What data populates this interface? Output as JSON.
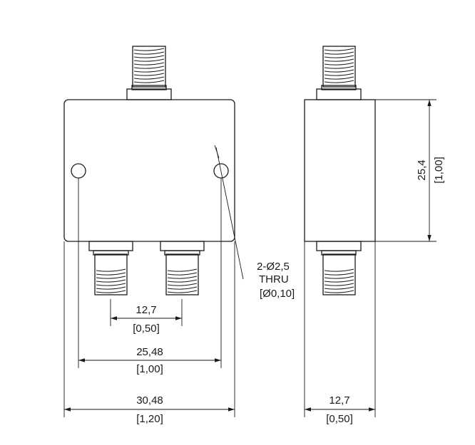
{
  "dimensions": {
    "port_spacing": {
      "metric": "12,7",
      "imperial": "[0,50]"
    },
    "hole_spacing": {
      "metric": "25,48",
      "imperial": "[1,00]"
    },
    "body_width": {
      "metric": "30,48",
      "imperial": "[1,20]"
    },
    "body_depth": {
      "metric": "12,7",
      "imperial": "[0,50]"
    },
    "body_height": {
      "metric": "25,4",
      "imperial": "[1,00]"
    }
  },
  "hole_note": {
    "line1": "2-Ø2,5",
    "line2": "THRU",
    "line3": "[Ø0,10]"
  }
}
